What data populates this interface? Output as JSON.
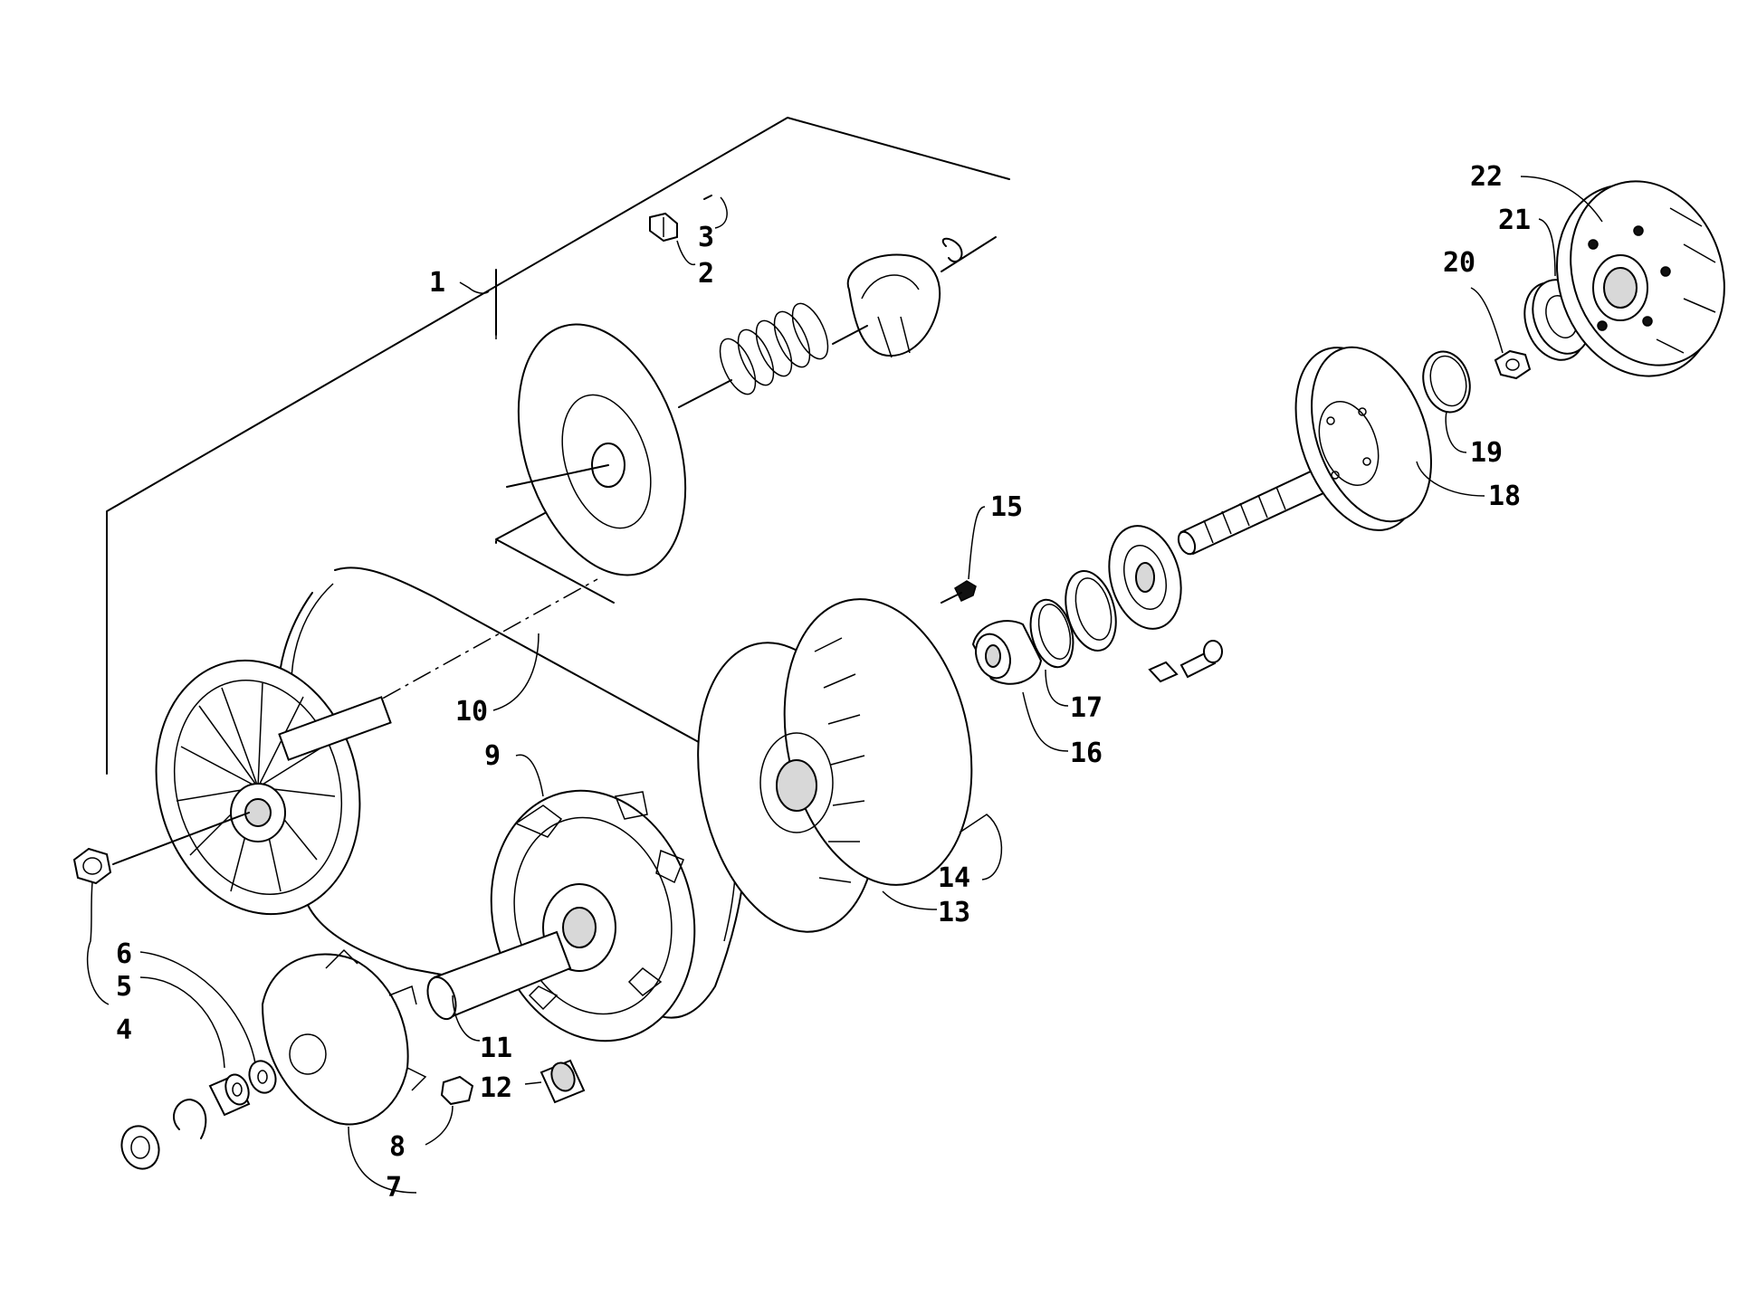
{
  "diagram": {
    "callouts": [
      {
        "label": "1"
      },
      {
        "label": "2"
      },
      {
        "label": "3"
      },
      {
        "label": "4"
      },
      {
        "label": "5"
      },
      {
        "label": "6"
      },
      {
        "label": "7"
      },
      {
        "label": "8"
      },
      {
        "label": "9"
      },
      {
        "label": "10"
      },
      {
        "label": "11"
      },
      {
        "label": "12"
      },
      {
        "label": "13"
      },
      {
        "label": "14"
      },
      {
        "label": "15"
      },
      {
        "label": "16"
      },
      {
        "label": "17"
      },
      {
        "label": "18"
      },
      {
        "label": "19"
      },
      {
        "label": "20"
      },
      {
        "label": "21"
      },
      {
        "label": "22"
      }
    ],
    "colors": {
      "line": "#000000",
      "background": "#ffffff",
      "shade": "#d8d8d8"
    }
  }
}
